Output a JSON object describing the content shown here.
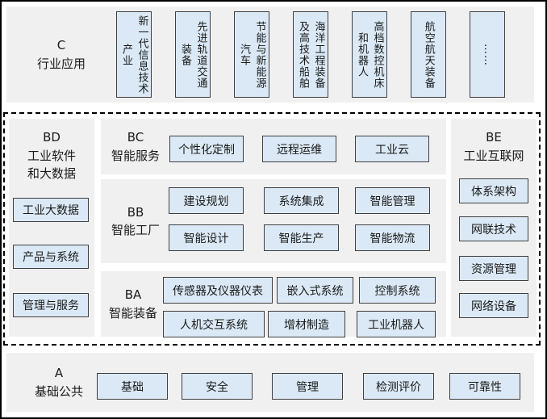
{
  "colors": {
    "section_bg": "#f0f0f0",
    "box_fill": "#dbe9f6",
    "box_border": "#404040",
    "dashed_border": "#000000",
    "text": "#1a1a1a"
  },
  "section_c": {
    "label": "C\n行业应用",
    "items": [
      "新一代信息技术\n产业",
      "先进轨道交通\n装备",
      "节能与新能源\n汽车",
      "海洋工程装备\n及高技术船舶",
      "高档数控机床\n和机器人",
      "航空航天装备",
      "……"
    ]
  },
  "middle": {
    "bd": {
      "label": "BD\n工业软件\n和大数据",
      "items": [
        "工业大数据",
        "产品与系统",
        "管理与服务"
      ]
    },
    "bc": {
      "label": "BC\n智能服务",
      "items": [
        "个性化定制",
        "远程运维",
        "工业云"
      ]
    },
    "bb": {
      "label": "BB\n智能工厂",
      "rows": [
        [
          "建设规划",
          "系统集成",
          "智能管理"
        ],
        [
          "智能设计",
          "智能生产",
          "智能物流"
        ]
      ]
    },
    "ba": {
      "label": "BA\n智能装备",
      "rows": [
        [
          "传感器及仪器仪表",
          "嵌入式系统",
          "控制系统"
        ],
        [
          "人机交互系统",
          "增材制造",
          "工业机器人"
        ]
      ]
    },
    "be": {
      "label": "BE\n工业互联网",
      "items": [
        "体系架构",
        "网联技术",
        "资源管理",
        "网络设备"
      ]
    }
  },
  "section_a": {
    "label": "A\n基础公共",
    "items": [
      "基础",
      "安全",
      "管理",
      "检测评价",
      "可靠性"
    ]
  }
}
